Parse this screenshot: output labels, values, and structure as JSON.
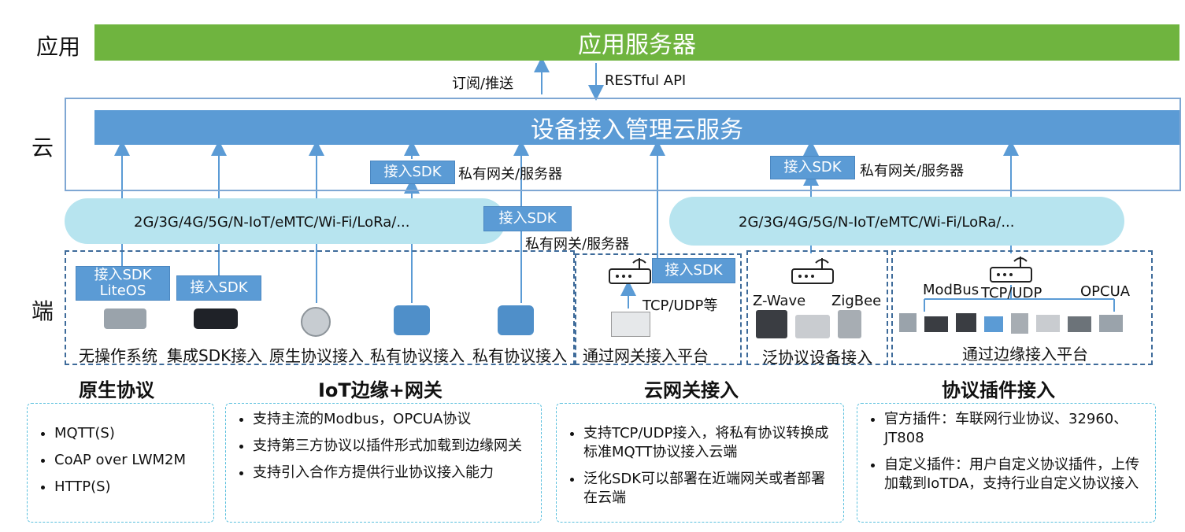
{
  "layers": {
    "app": "应用",
    "cloud": "云",
    "device": "端"
  },
  "app_server": "应用服务器",
  "sub_push": "订阅/推送",
  "restful": "RESTful API",
  "cloud_service": "设备接入管理云服务",
  "sdk_label": "接入SDK",
  "sdk_liteos": [
    "接入SDK",
    "LiteOS"
  ],
  "private_gw": "私有网关/服务器",
  "network": "2G/3G/4G/5G/N-IoT/eMTC/Wi-Fi/LoRa/...",
  "tcp_udp_etc": "TCP/UDP等",
  "zwave": "Z-Wave",
  "zigbee": "ZigBee",
  "modbus": "ModBus",
  "tcp_udp": "TCP/UDP",
  "opcua": "OPCUA",
  "device_captions": [
    "无操作系统",
    "集成SDK接入",
    "原生协议接入",
    "私有协议接入",
    "私有协议接入",
    "通过网关接入平台",
    "泛协议设备接入",
    "通过边缘接入平台"
  ],
  "sections": [
    {
      "title": "原生协议",
      "items": [
        "MQTT(S)",
        "CoAP over LWM2M",
        " HTTP(S)"
      ]
    },
    {
      "title": "IoT边缘+网关",
      "items": [
        "支持主流的Modbus，OPCUA协议",
        "支持第三方协议以插件形式加载到边缘网关",
        "支持引入合作方提供行业协议接入能力"
      ]
    },
    {
      "title": "云网关接入",
      "items": [
        "支持TCP/UDP接入，将私有协议转换成标准MQTT协议接入云端",
        "泛化SDK可以部署在近端网关或者部署在云端"
      ]
    },
    {
      "title": "协议插件接入",
      "items": [
        "官方插件：车联网行业协议、32960、JT808",
        "自定义插件：用户自定义协议插件，上传加载到IoTDA，支持行业自定义协议接入"
      ]
    }
  ],
  "colors": {
    "green": "#6fb43f",
    "blue": "#5b9bd5",
    "fog": "#b7e4ef",
    "dash": "#3e6b9a",
    "info": "#5bc0de"
  }
}
